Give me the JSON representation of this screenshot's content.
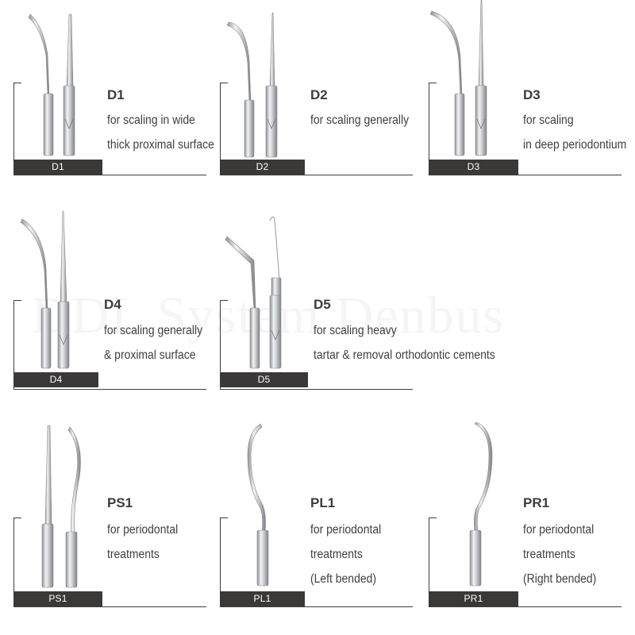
{
  "watermark": "DDL System Denbus",
  "tips": [
    {
      "code": "D1",
      "bar_label": "D1",
      "lines": [
        "for scaling in wide",
        "thick proximal surface"
      ]
    },
    {
      "code": "D2",
      "bar_label": "D2",
      "lines": [
        "for scaling generally"
      ]
    },
    {
      "code": "D3",
      "bar_label": "D3",
      "lines": [
        "for scaling",
        "in deep periodontium"
      ]
    },
    {
      "code": "D4",
      "bar_label": "D4",
      "lines": [
        "for scaling generally",
        "& proximal surface"
      ]
    },
    {
      "code": "D5",
      "bar_label": "D5",
      "lines": [
        "for scaling heavy",
        "tartar & removal orthodontic cements"
      ]
    },
    {
      "code": "PS1",
      "bar_label": "PS1",
      "lines": [
        "for periodontal",
        "treatments"
      ]
    },
    {
      "code": "PL1",
      "bar_label": "PL1",
      "lines": [
        "for periodontal",
        "treatments",
        "(Left bended)"
      ]
    },
    {
      "code": "PR1",
      "bar_label": "PR1",
      "lines": [
        "for periodontal",
        "treatments",
        "(Right bended)"
      ]
    }
  ],
  "colors": {
    "bar": "#3b3838",
    "frame": "#3d3d3d",
    "metal_light": "#e9eaec",
    "metal_dark": "#8a8d92"
  }
}
